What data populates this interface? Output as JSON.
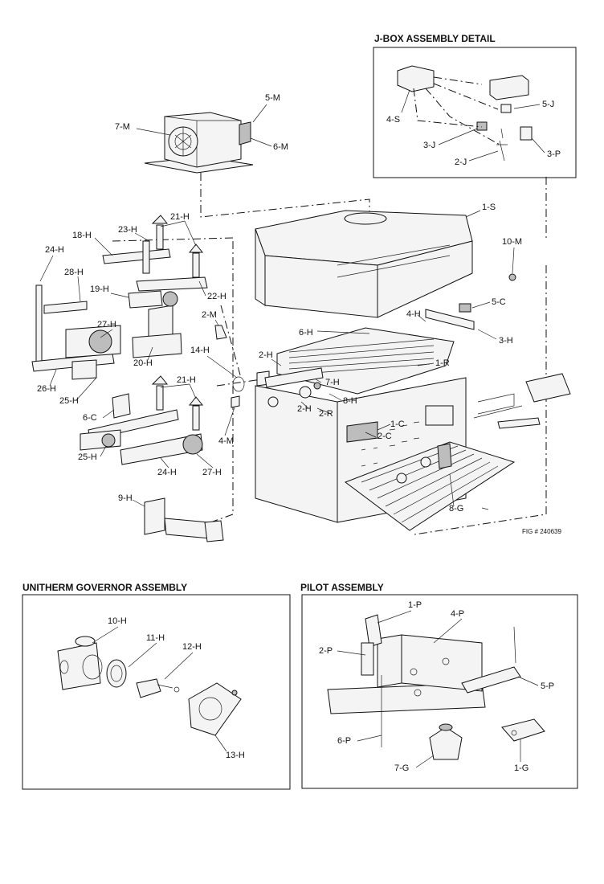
{
  "headers": {
    "jbox": "J-BOX ASSEMBLY DETAIL",
    "governor": "UNITHERM GOVERNOR ASSEMBLY",
    "pilot": "PILOT ASSEMBLY"
  },
  "figure_number": "FIG # 240639",
  "labels": {
    "l_5M": "5-M",
    "l_7M": "7-M",
    "l_6M": "6-M",
    "l_4S": "4-S",
    "l_5J": "5-J",
    "l_3J": "3-J",
    "l_2J": "2-J",
    "l_3P": "3-P",
    "l_1S": "1-S",
    "l_10M": "10-M",
    "l_21H_top": "21-H",
    "l_23H": "23-H",
    "l_18H": "18-H",
    "l_24H_top": "24-H",
    "l_28H": "28-H",
    "l_22H": "22-H",
    "l_19H": "19-H",
    "l_2M": "2-M",
    "l_27H_top": "27-H",
    "l_20H": "20-H",
    "l_14H": "14-H",
    "l_6H": "6-H",
    "l_4H": "4-H",
    "l_5C": "5-C",
    "l_3H": "3-H",
    "l_2H_a": "2-H",
    "l_1R": "1-R",
    "l_26H": "26-H",
    "l_25H_top": "25-H",
    "l_21H_bot": "21-H",
    "l_6C": "6-C",
    "l_7H": "7-H",
    "l_8H": "8-H",
    "l_2H_b": "2-H",
    "l_2R": "2-R",
    "l_1C": "1-C",
    "l_2C": "2-C",
    "l_4M": "4-M",
    "l_25H_bot": "25-H",
    "l_24H_bot": "24-H",
    "l_27H_bot": "27-H",
    "l_9H": "9-H",
    "l_8G": "8-G",
    "l_10H": "10-H",
    "l_11H": "11-H",
    "l_12H": "12-H",
    "l_13H": "13-H",
    "l_1P": "1-P",
    "l_4P": "4-P",
    "l_2P": "2-P",
    "l_5P": "5-P",
    "l_6P": "6-P",
    "l_7G": "7-G",
    "l_1G": "1-G"
  }
}
